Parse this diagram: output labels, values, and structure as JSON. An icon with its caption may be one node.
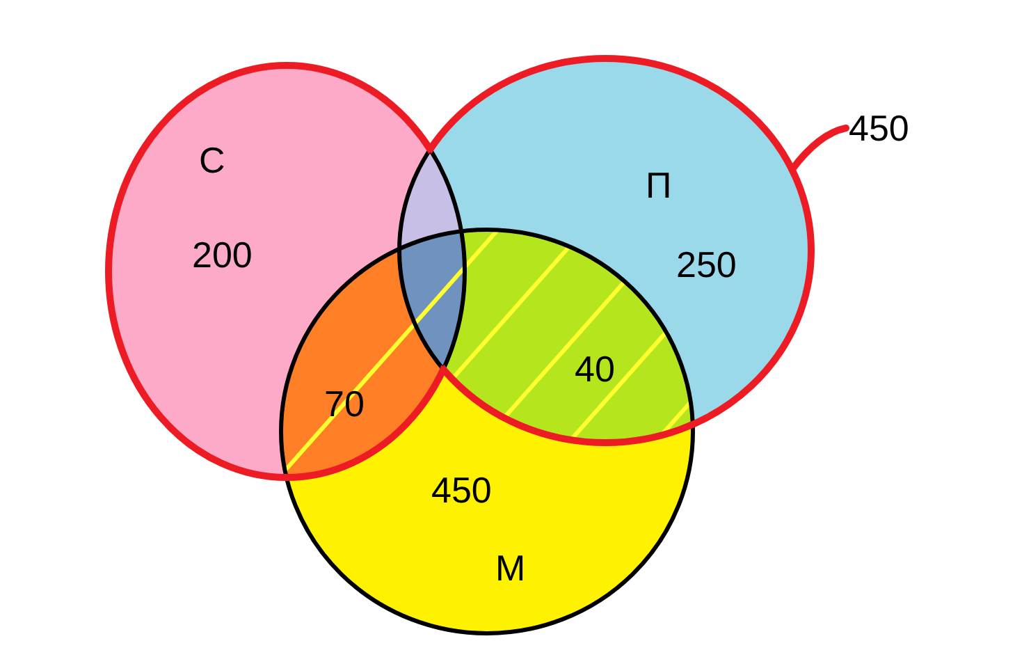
{
  "diagram": {
    "nodes": [
      {
        "text": [
          "С",
          "200"
        ]
      },
      {
        "text": [
          "П",
          "250"
        ]
      },
      {
        "text": [
          "450",
          "М"
        ]
      },
      {
        "text": [
          "450"
        ]
      }
    ],
    "edges": [
      {
        "from": 3,
        "to": 1,
        "arrow": "none",
        "color": "#ed1c24"
      }
    ],
    "labels": [
      "70",
      "40"
    ]
  }
}
